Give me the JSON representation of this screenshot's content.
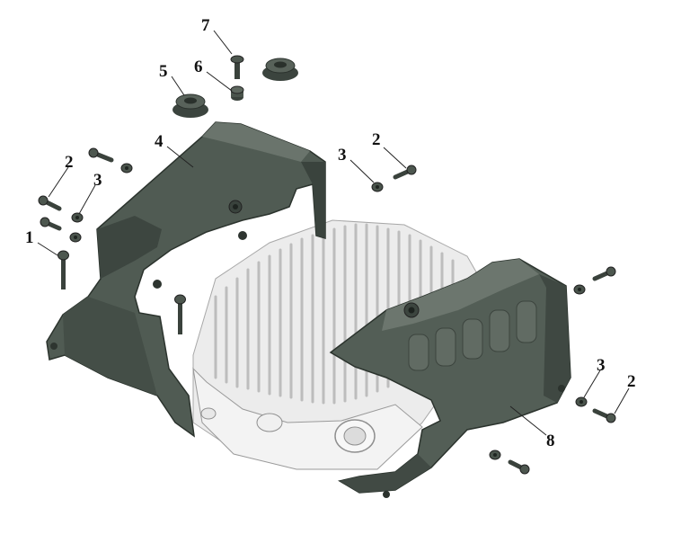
{
  "diagram": {
    "callouts": [
      {
        "id": "c7",
        "label": "7"
      },
      {
        "id": "c6",
        "label": "6"
      },
      {
        "id": "c5",
        "label": "5"
      },
      {
        "id": "c4",
        "label": "4"
      },
      {
        "id": "c3a",
        "label": "3"
      },
      {
        "id": "c2a",
        "label": "2"
      },
      {
        "id": "c2b",
        "label": "2"
      },
      {
        "id": "c3b",
        "label": "3"
      },
      {
        "id": "c1",
        "label": "1"
      },
      {
        "id": "c3c",
        "label": "3"
      },
      {
        "id": "c2c",
        "label": "2"
      },
      {
        "id": "c8",
        "label": "8"
      }
    ],
    "colors": {
      "shroud": "#4f5a52",
      "shroud_dark": "#2f3832",
      "shroud_light": "#6d776f",
      "engine": "#e7e7e7",
      "engine_line": "#9a9a9a",
      "hardware": "#3a423c"
    }
  }
}
